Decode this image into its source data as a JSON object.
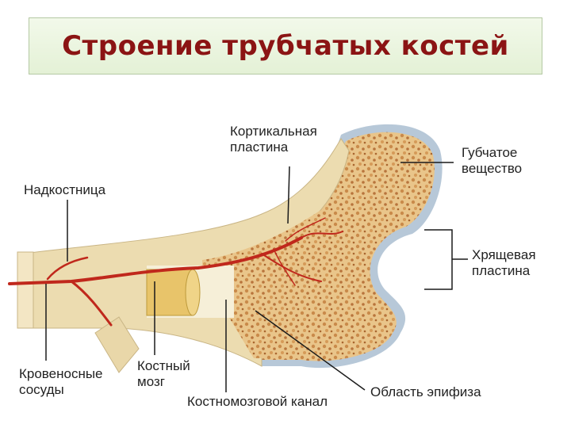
{
  "title": "Строение  трубчатых  костей",
  "labels": {
    "periosteum": "Надкостница",
    "cortical_plate": "Кортикальная\nпластина",
    "spongy_substance": "Губчатое\nвещество",
    "cartilage_plate": "Хрящевая\nпластина",
    "blood_vessels": "Кровеносные\nсосуды",
    "bone_marrow": "Костный\nмозг",
    "medullary_canal": "Костномозговой канал",
    "epiphysis_region": "Область эпифиза"
  },
  "colors": {
    "title_text": "#8b1414",
    "title_bg": "#e8f3dc",
    "cortical": "#ecdcb0",
    "spongy": "#e3b870",
    "cartilage": "#b7c8d8",
    "marrow": "#e8c46a",
    "vessel": "#c0281c"
  }
}
